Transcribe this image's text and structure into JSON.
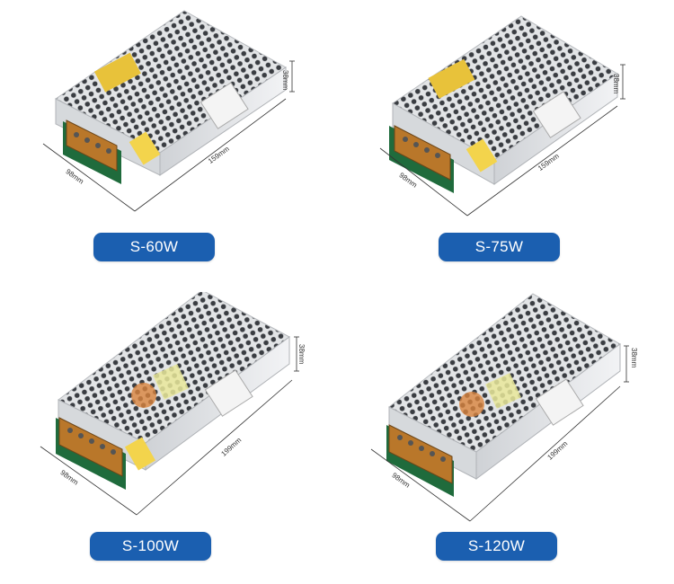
{
  "products": [
    {
      "model": "S-60W",
      "width": "98mm",
      "length": "159mm",
      "height": "38mm"
    },
    {
      "model": "S-75W",
      "width": "98mm",
      "length": "159mm",
      "height": "38mm"
    },
    {
      "model": "S-100W",
      "width": "98mm",
      "length": "199mm",
      "height": "38mm"
    },
    {
      "model": "S-120W",
      "width": "98mm",
      "length": "199mm",
      "height": "38mm"
    }
  ],
  "colors": {
    "label_background": "#1b5fb0",
    "label_text": "#ffffff"
  }
}
